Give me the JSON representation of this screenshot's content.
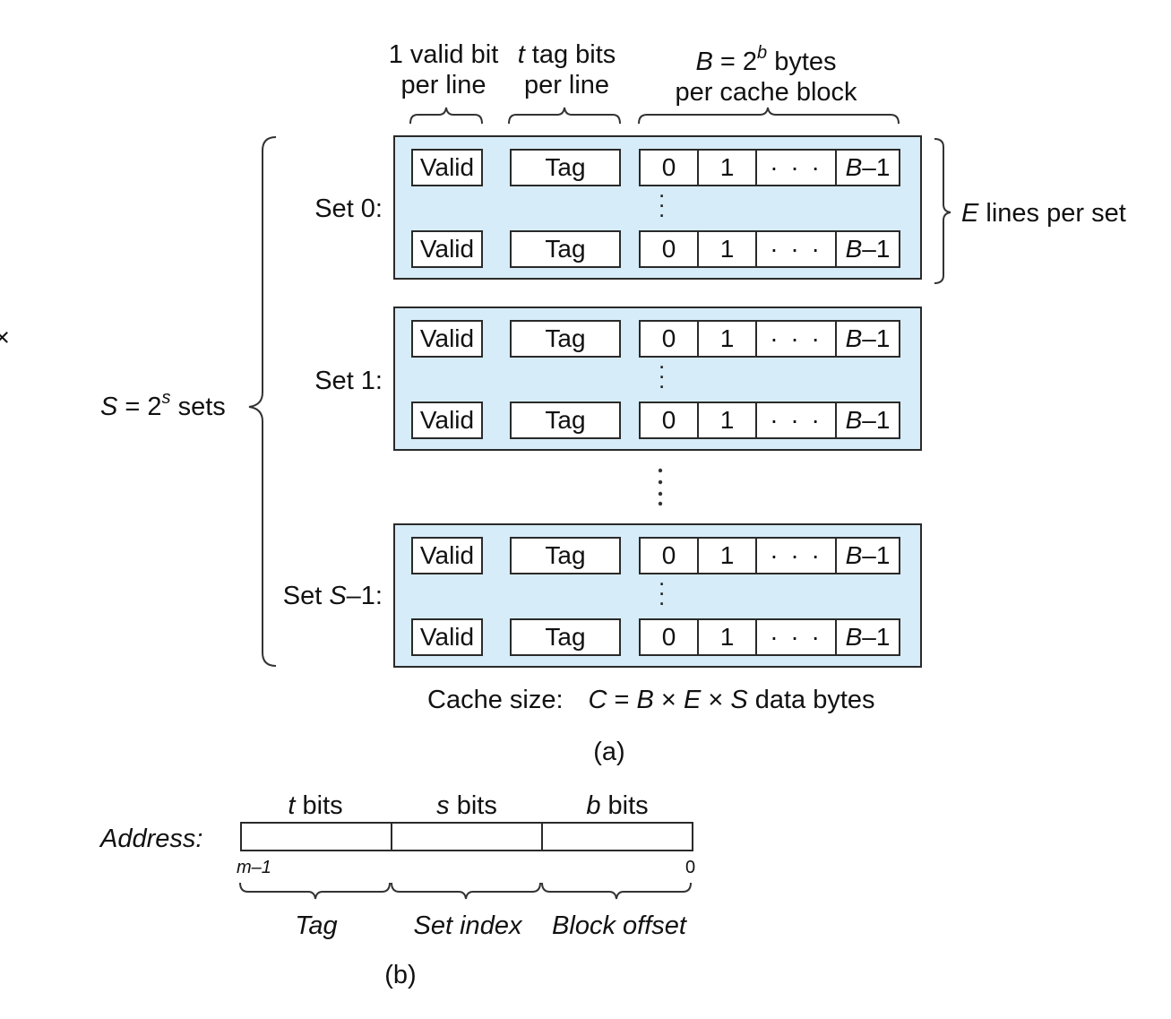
{
  "header_labels": {
    "valid_bit": [
      "1 valid bit",
      "per line"
    ],
    "tag_bits": {
      "var": "t",
      "line1_rest": " tag bits",
      "line2": "per line"
    },
    "block_bytes": {
      "B": "B",
      "eq": " = 2",
      "exp": "b",
      "rest": " bytes",
      "line2": "per cache block"
    }
  },
  "right_label": {
    "var": "E",
    "rest": " lines per set"
  },
  "left_label": {
    "var": "S",
    "eq": " = 2",
    "exp": "s",
    "rest": " sets"
  },
  "sets": [
    {
      "label": "Set 0:"
    },
    {
      "label": "Set 1:"
    },
    {
      "label_prefix": "Set ",
      "label_var": "S",
      "label_suffix": "–1:"
    }
  ],
  "line_cells": {
    "valid": "Valid",
    "tag": "Tag",
    "byte0": "0",
    "byte1": "1",
    "ellipsis": "· · ·",
    "last_var": "B",
    "last_suffix": "–1"
  },
  "vertical_ellipsis": ".",
  "cache_size": {
    "prefix": "Cache size:",
    "C": "C",
    "eq": " = ",
    "B": "B",
    "times1": " × ",
    "E": "E",
    "times2": " × ",
    "S": "S",
    "suffix": " data bytes"
  },
  "caption_a": "(a)",
  "address": {
    "label": "Address:",
    "fields": [
      {
        "var": "t",
        "bits": " bits",
        "name": "Tag"
      },
      {
        "var": "s",
        "bits": " bits",
        "name": "Set index"
      },
      {
        "var": "b",
        "bits": " bits",
        "name": "Block offset"
      }
    ],
    "msb": "m–1",
    "lsb": "0"
  },
  "caption_b": "(b)",
  "edge_mark": "×"
}
